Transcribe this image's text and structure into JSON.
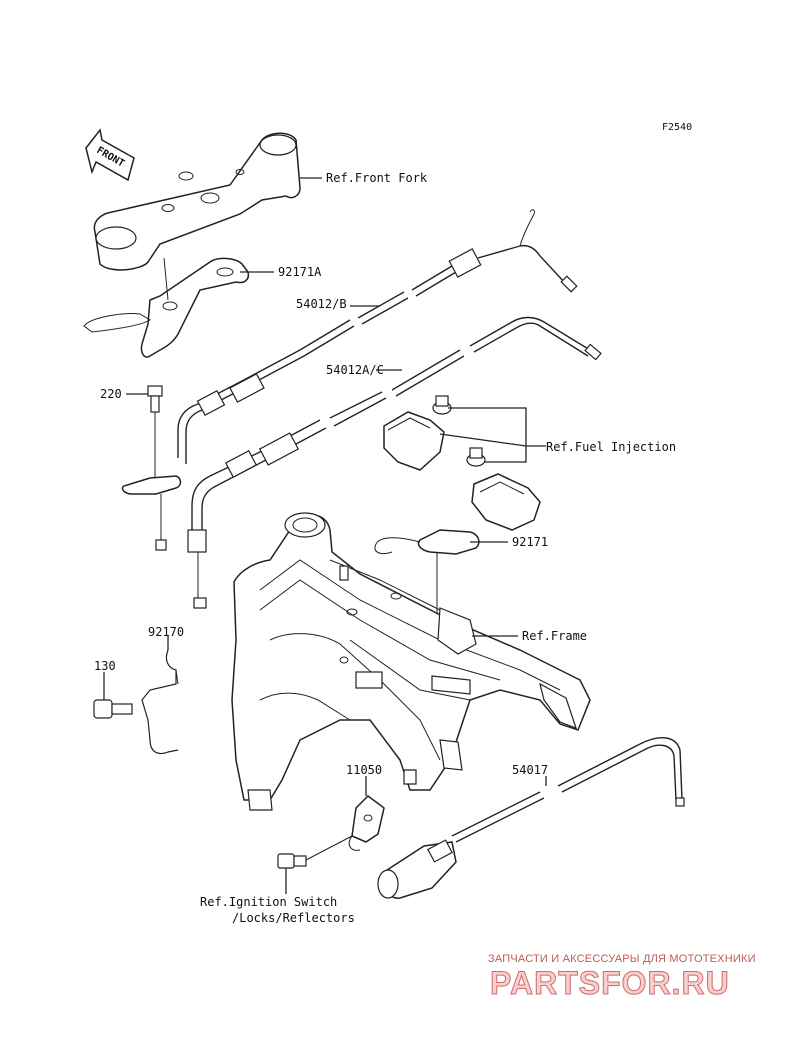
{
  "figure_code": "F2540",
  "front_arrow_text": "FRONT",
  "labels": {
    "ref_front_fork": "Ref.Front Fork",
    "p92171a": "92171A",
    "p54012b": "54012/B",
    "p54012ac": "54012A/C",
    "p220": "220",
    "ref_fuel_injection": "Ref.Fuel Injection",
    "p92171": "92171",
    "ref_frame": "Ref.Frame",
    "p92170": "92170",
    "p130": "130",
    "p11050": "11050",
    "p54017": "54017",
    "ref_ignition_line1": "Ref.Ignition Switch",
    "ref_ignition_line2": "/Locks/Reflectors"
  },
  "watermark": {
    "subtitle": "ЗАПЧАСТИ И АКСЕССУАРЫ ДЛЯ МОТОТЕХНИКИ",
    "brand": "PARTSFOR.RU",
    "color": "#d06b6b"
  }
}
